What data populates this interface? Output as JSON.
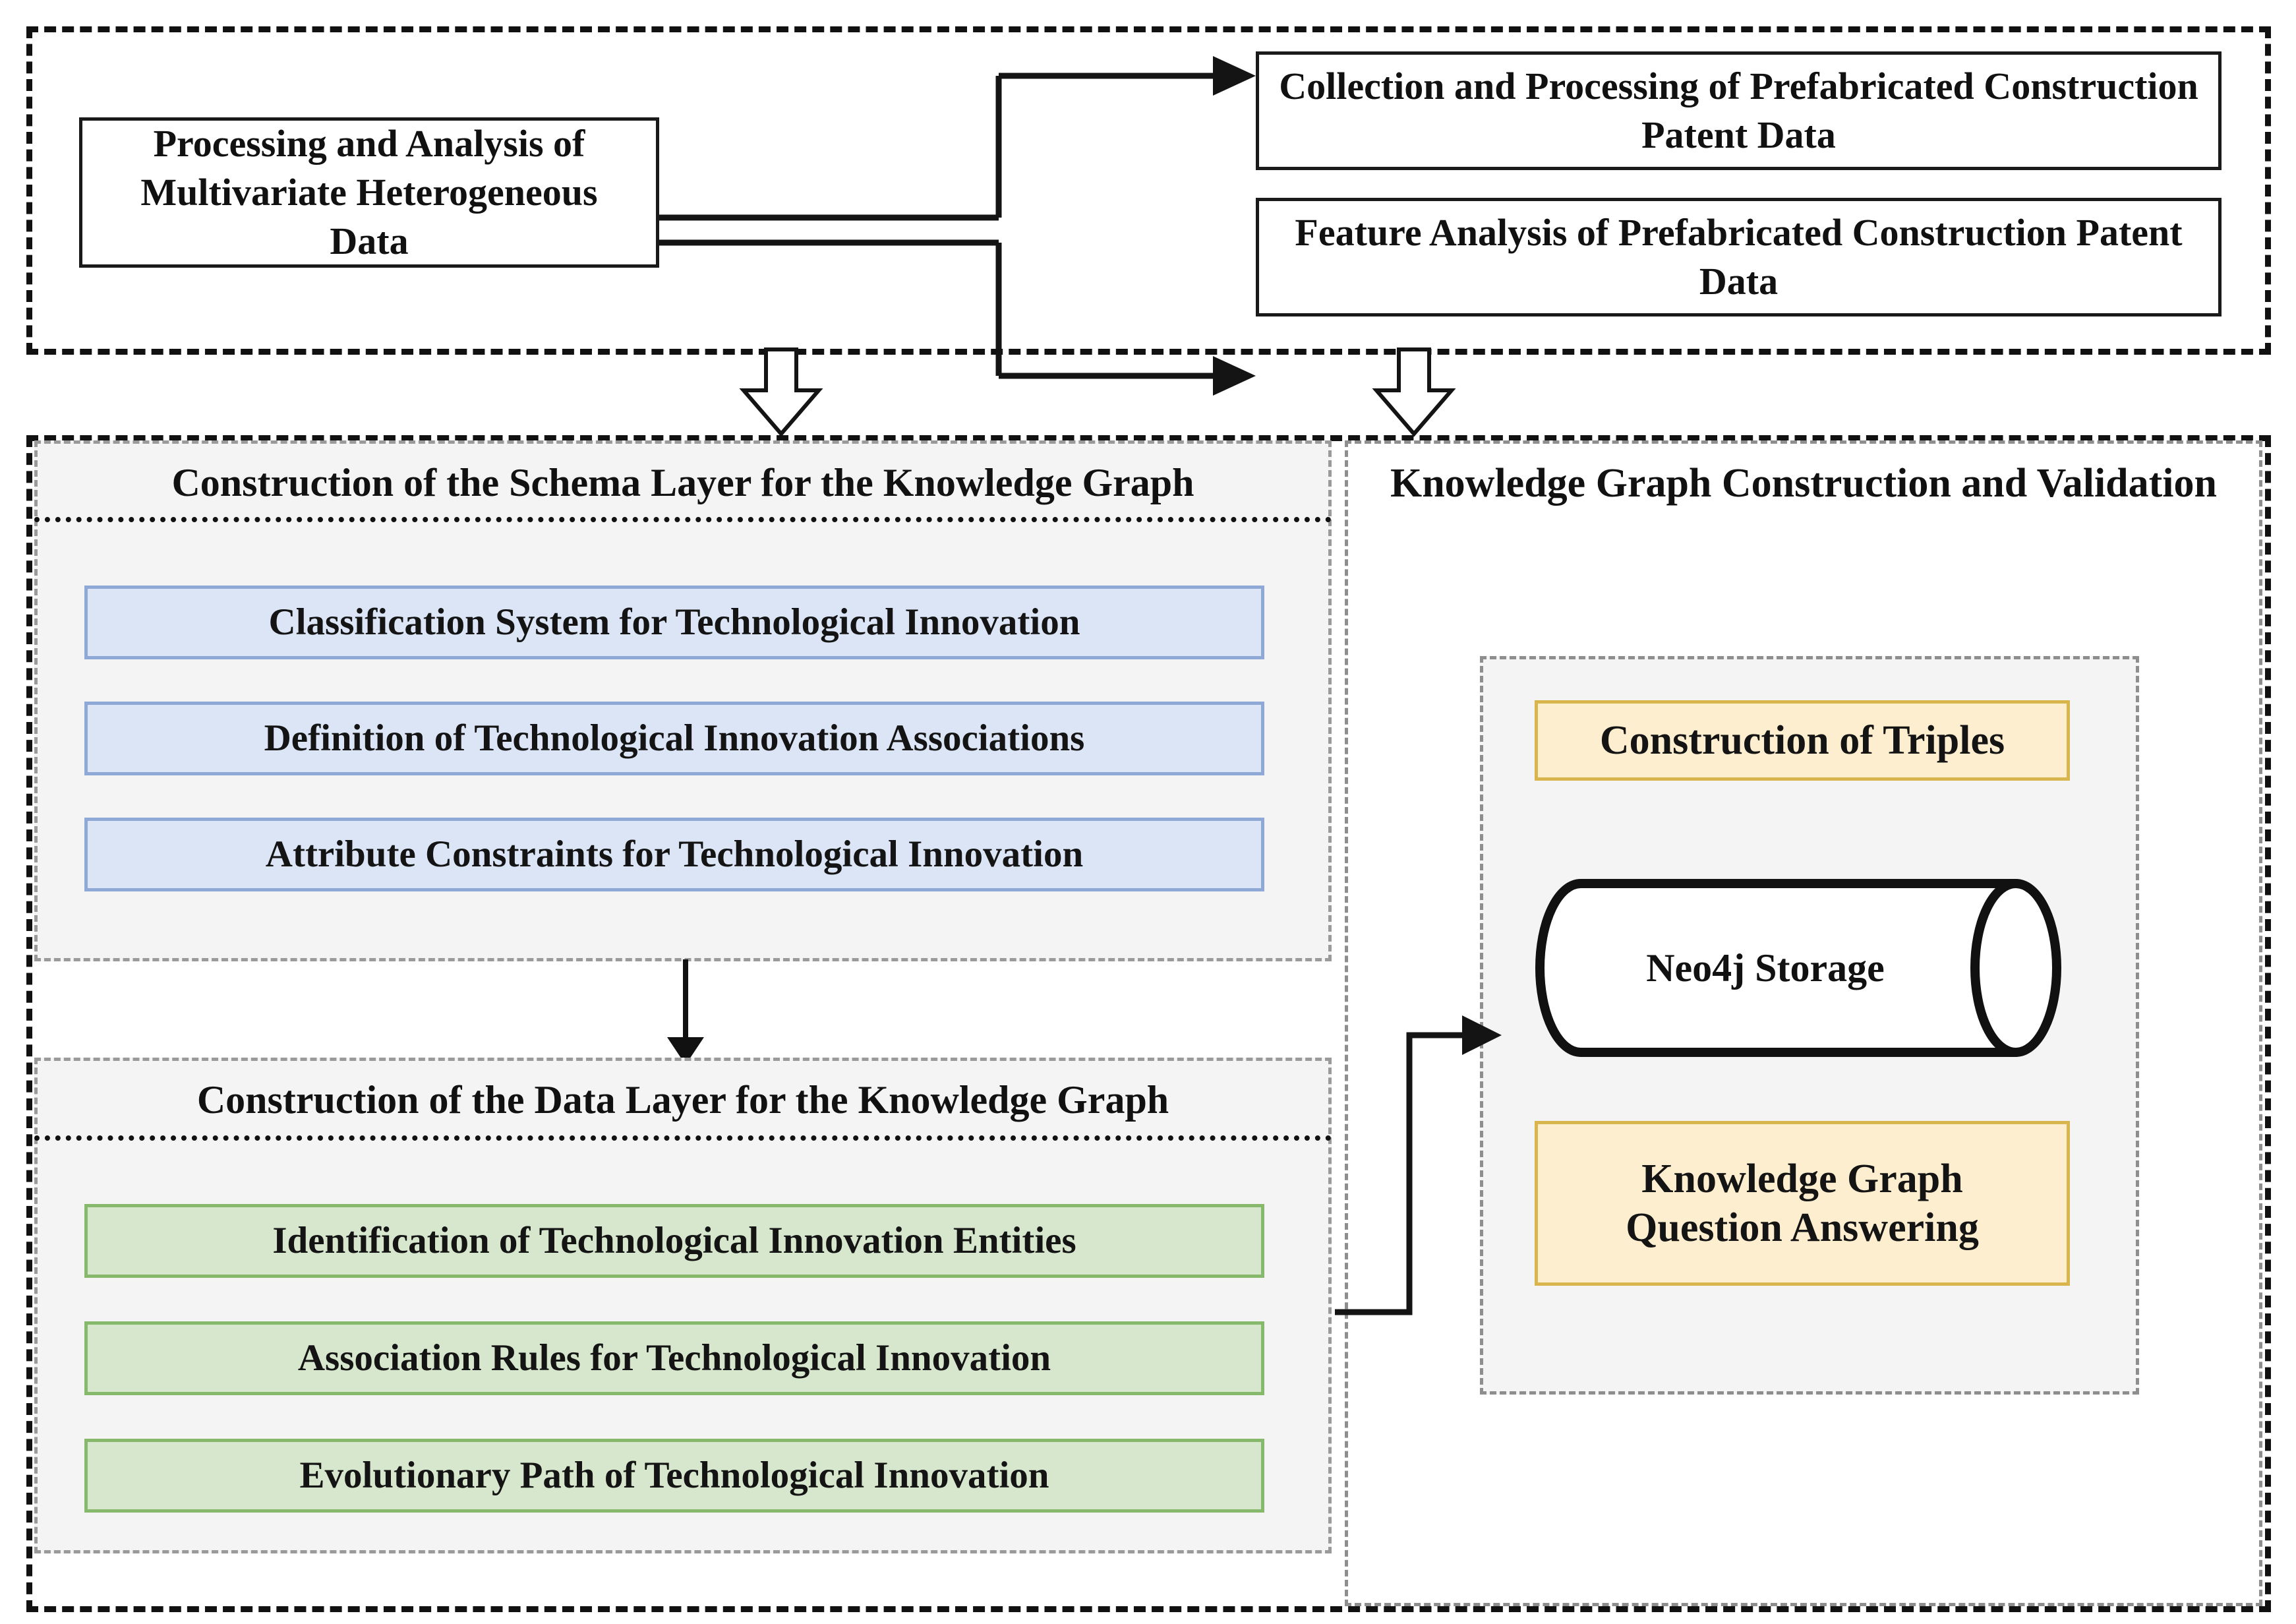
{
  "diagram": {
    "sections": [
      {
        "id": "multivariate-data",
        "title": "",
        "boxes": [
          {
            "id": "processing-analysis",
            "label": "Processing and Analysis of Multivariate Heterogeneous Data"
          },
          {
            "id": "collection-processing",
            "label": "Collection and Processing of Prefabricated Construction Patent Data"
          },
          {
            "id": "feature-analysis",
            "label": "Feature Analysis of Prefabricated Construction Patent Data"
          }
        ]
      },
      {
        "id": "schema-layer",
        "title": "Construction of the Schema Layer for the Knowledge Graph",
        "items": [
          {
            "id": "classification-system",
            "label": "Classification System for Technological Innovation"
          },
          {
            "id": "definition-associations",
            "label": "Definition of Technological Innovation Associations"
          },
          {
            "id": "attribute-constraints",
            "label": "Attribute Constraints for Technological Innovation"
          }
        ]
      },
      {
        "id": "data-layer",
        "title": "Construction of the Data Layer for the Knowledge Graph",
        "items": [
          {
            "id": "identification-entities",
            "label": "Identification of Technological Innovation Entities"
          },
          {
            "id": "association-rules",
            "label": "Association Rules for Technological Innovation"
          },
          {
            "id": "evolutionary-path",
            "label": "Evolutionary Path of Technological Innovation"
          }
        ]
      },
      {
        "id": "kg-construction-validation",
        "title": "Knowledge Graph Construction and Validation",
        "items": [
          {
            "id": "construction-triples",
            "label": "Construction of Triples"
          },
          {
            "id": "neo4j-storage",
            "label": "Neo4j Storage"
          },
          {
            "id": "kg-question-answering",
            "label": "Knowledge Graph\nQuestion Answering"
          }
        ]
      }
    ],
    "labels": {
      "processing_analysis": "Processing and Analysis of Multivariate Heterogeneous Data",
      "collection_processing": "Collection and Processing of Prefabricated Construction Patent Data",
      "feature_analysis": "Feature Analysis of Prefabricated Construction Patent Data",
      "schema_layer_title": "Construction of the Schema Layer for the Knowledge Graph",
      "data_layer_title": "Construction of the Data Layer for the Knowledge Graph",
      "kg_validation_title": "Knowledge Graph Construction and Validation",
      "classification_system": "Classification System for Technological Innovation",
      "definition_associations": "Definition of Technological Innovation Associations",
      "attribute_constraints": "Attribute Constraints for Technological Innovation",
      "identification_entities": "Identification of Technological Innovation Entities",
      "association_rules": "Association Rules for Technological Innovation",
      "evolutionary_path": "Evolutionary Path of Technological Innovation",
      "construction_triples": "Construction of Triples",
      "neo4j_storage": "Neo4j Storage",
      "kg_question_answering_line1": "Knowledge Graph",
      "kg_question_answering_line2": "Question Answering"
    },
    "colors": {
      "schema_item_fill": "#dbe5f6",
      "schema_item_border": "#8fa9d6",
      "data_item_fill": "#d7e7cd",
      "data_item_border": "#86b96b",
      "validation_item_fill": "#fdeecf",
      "validation_item_border": "#d9b54d",
      "panel_fill": "#f4f4f4",
      "outline": "#111111"
    }
  }
}
